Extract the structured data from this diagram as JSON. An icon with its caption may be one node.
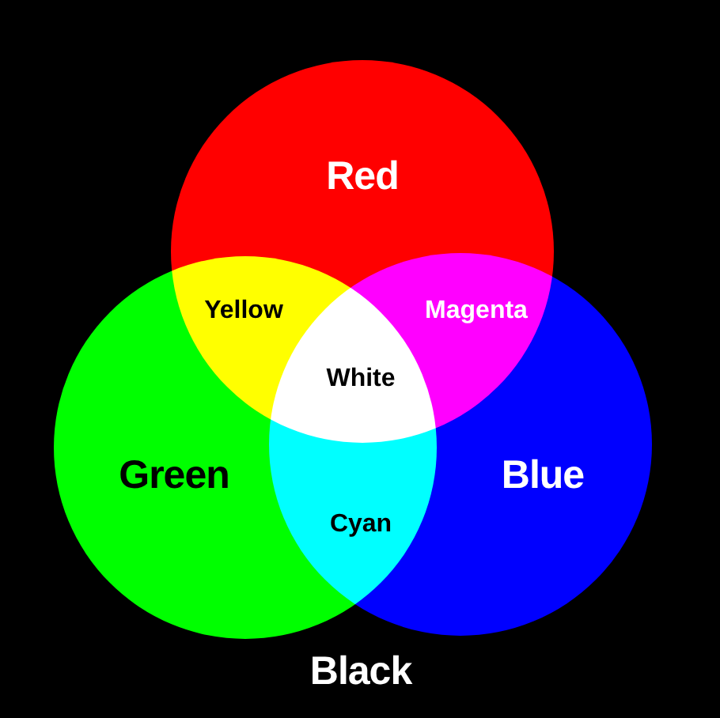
{
  "diagram": {
    "nodes": [
      {
        "text": [
          "Red"
        ]
      },
      {
        "text": [
          "Green"
        ]
      },
      {
        "text": [
          "Blue"
        ]
      }
    ],
    "edges": [],
    "labels": [
      "Yellow",
      "Magenta",
      "White",
      "Cyan",
      "Black"
    ]
  }
}
